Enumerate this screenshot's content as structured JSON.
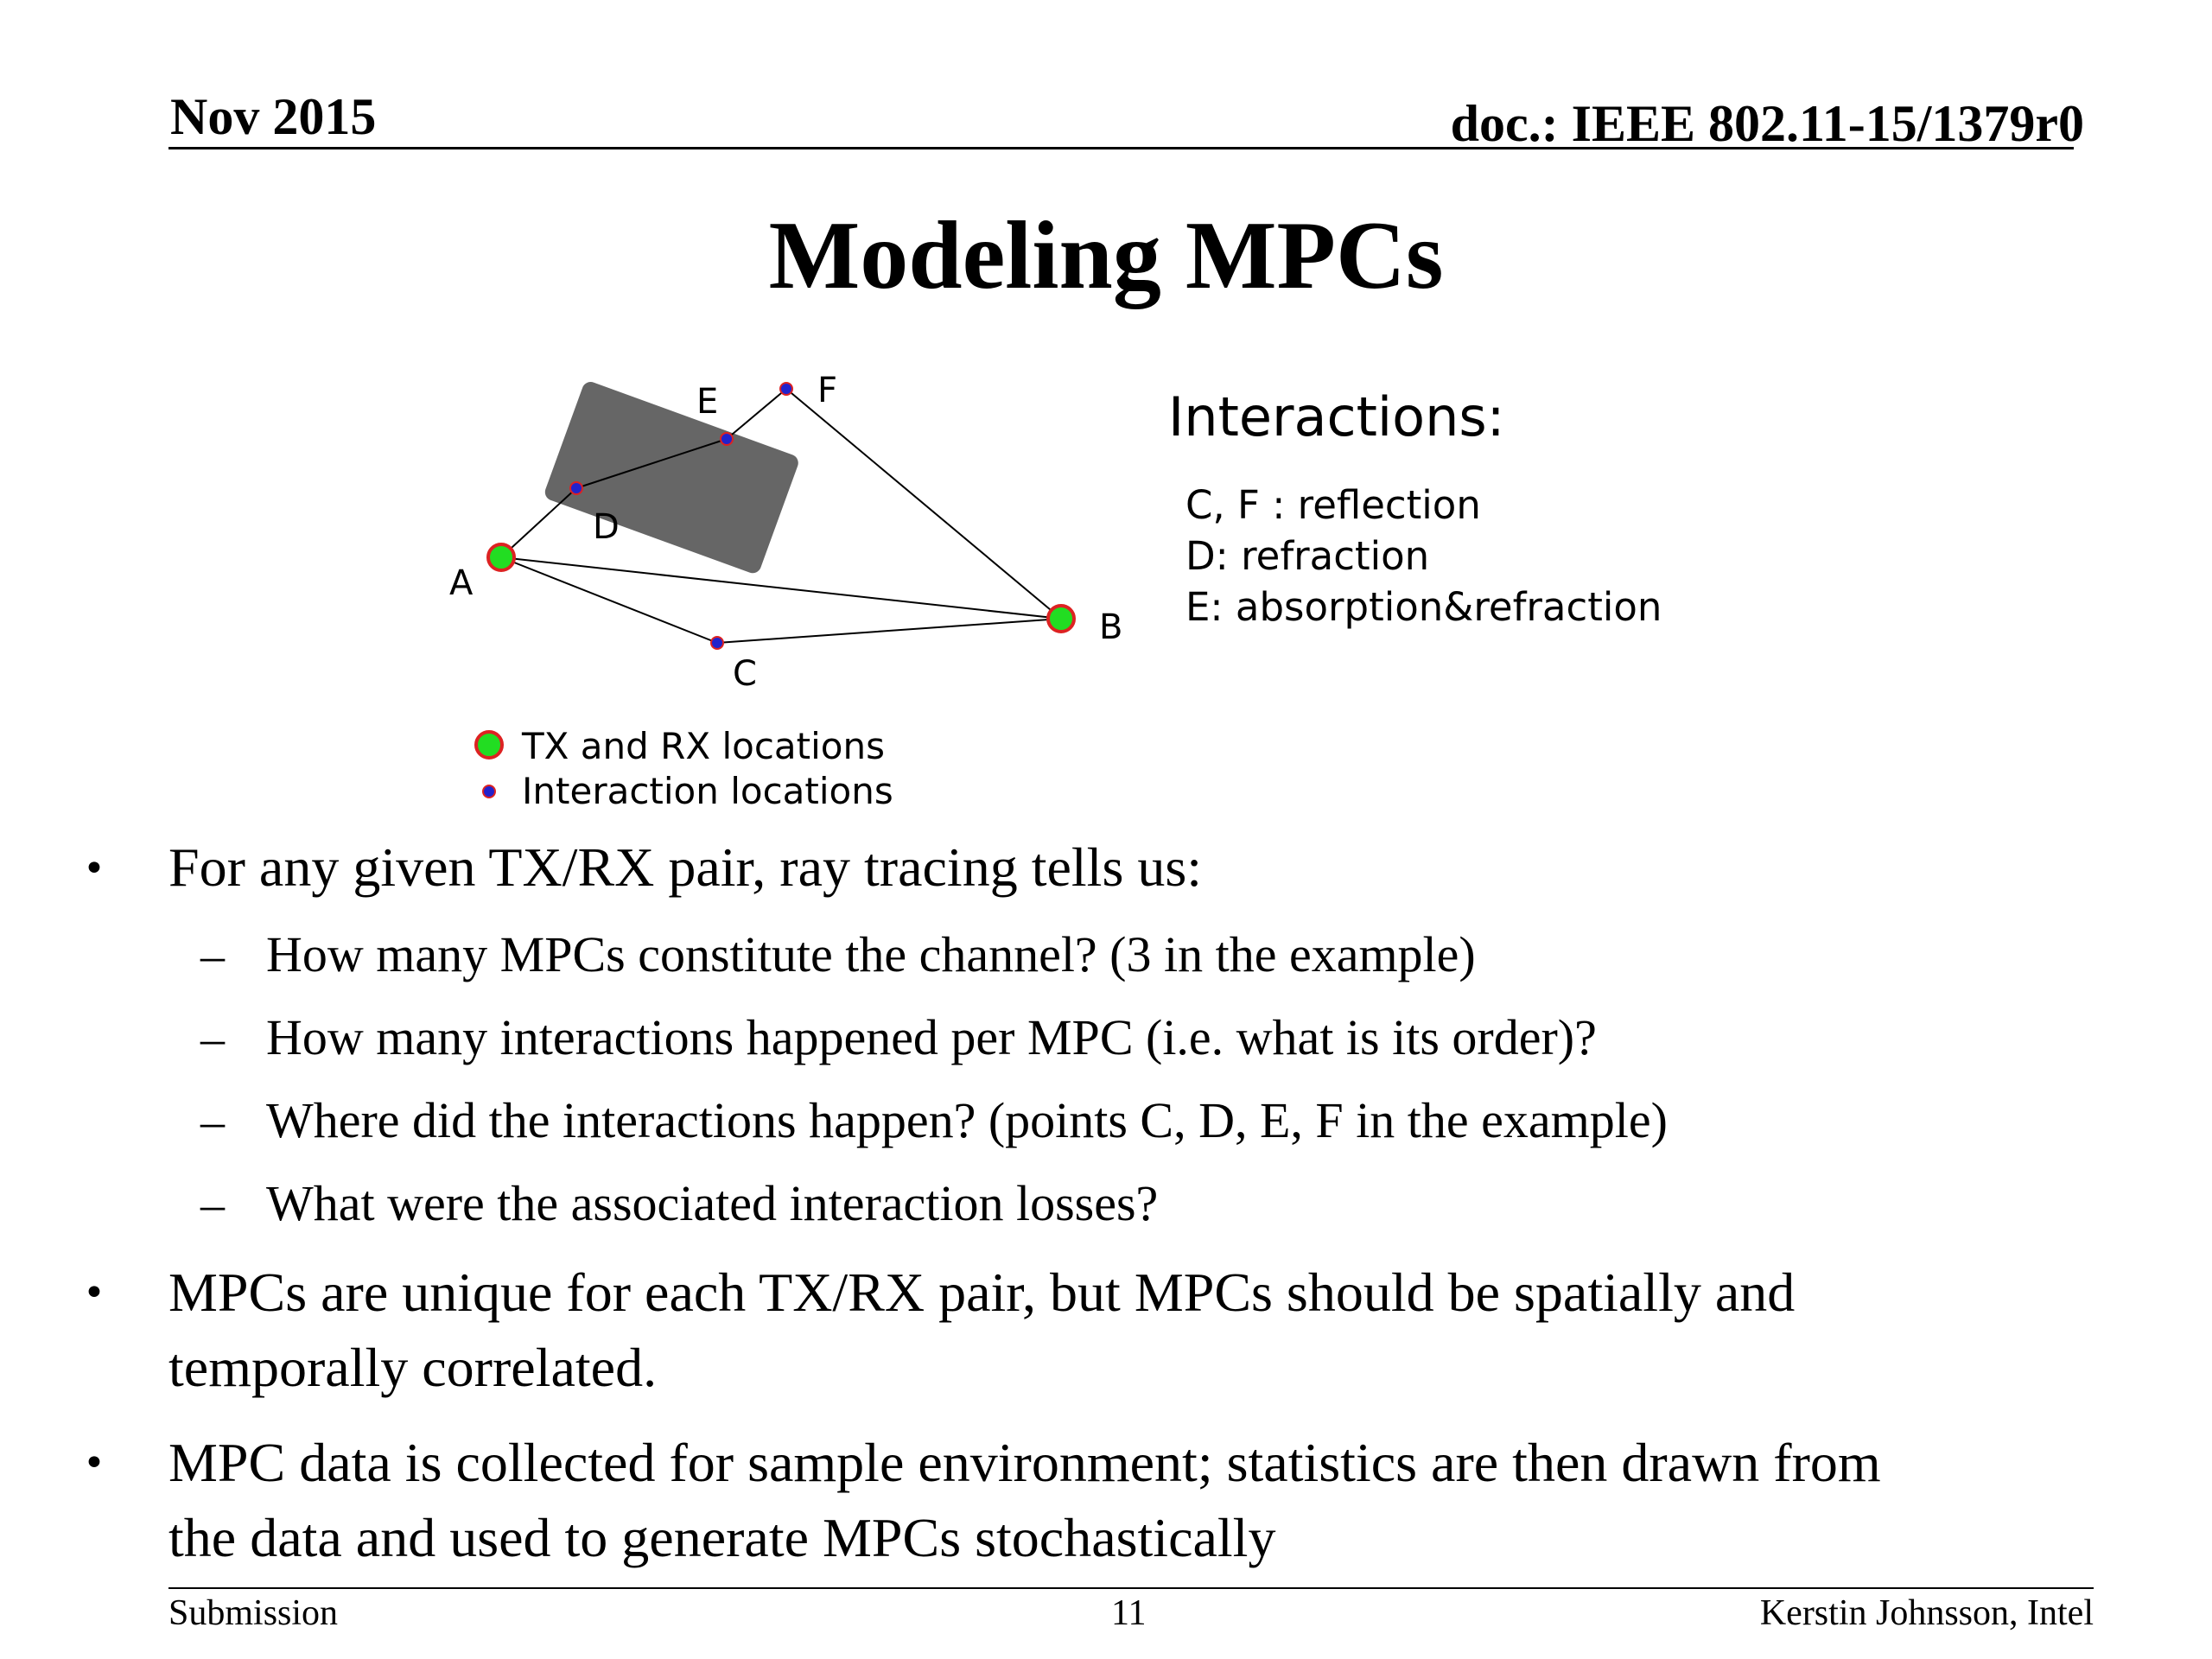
{
  "header": {
    "date": "Nov 2015",
    "doc": "doc.: IEEE 802.11-15/1379r0"
  },
  "title": "Modeling MPCs",
  "figure": {
    "points": {
      "A": "A",
      "B": "B",
      "C": "C",
      "D": "D",
      "E": "E",
      "F": "F"
    },
    "legend": {
      "tx_rx": "TX and RX locations",
      "interaction": "Interaction locations"
    },
    "colors": {
      "tx_rx_fill": "#22dd22",
      "tx_rx_ring": "#dd2222",
      "interaction_fill": "#2222cc",
      "interaction_ring": "#dd2222",
      "obstacle": "#666666"
    }
  },
  "interactions": {
    "heading": "Interactions:",
    "lines": [
      "C, F : reflection",
      "D: refraction",
      "E: absorption&refraction"
    ]
  },
  "bullets": {
    "b1": "For any given TX/RX pair, ray tracing tells us:",
    "sub": [
      "How many MPCs constitute the channel?  (3 in the example)",
      "How many interactions happened per MPC (i.e. what is its order)?",
      "Where did the interactions happen?  (points C, D, E,  F in the example)",
      "What were the associated interaction losses?"
    ],
    "b2_line1": "MPCs are unique for each TX/RX pair, but MPCs should be spatially and",
    "b2_line2": "temporally correlated.",
    "b3_line1": "MPC data is collected for sample environment; statistics are then drawn from",
    "b3_line2": "the data and used to generate MPCs stochastically",
    "dash": "–",
    "dot": "•"
  },
  "footer": {
    "left": "Submission",
    "page": "11",
    "right": "Kerstin Johnsson, Intel"
  }
}
